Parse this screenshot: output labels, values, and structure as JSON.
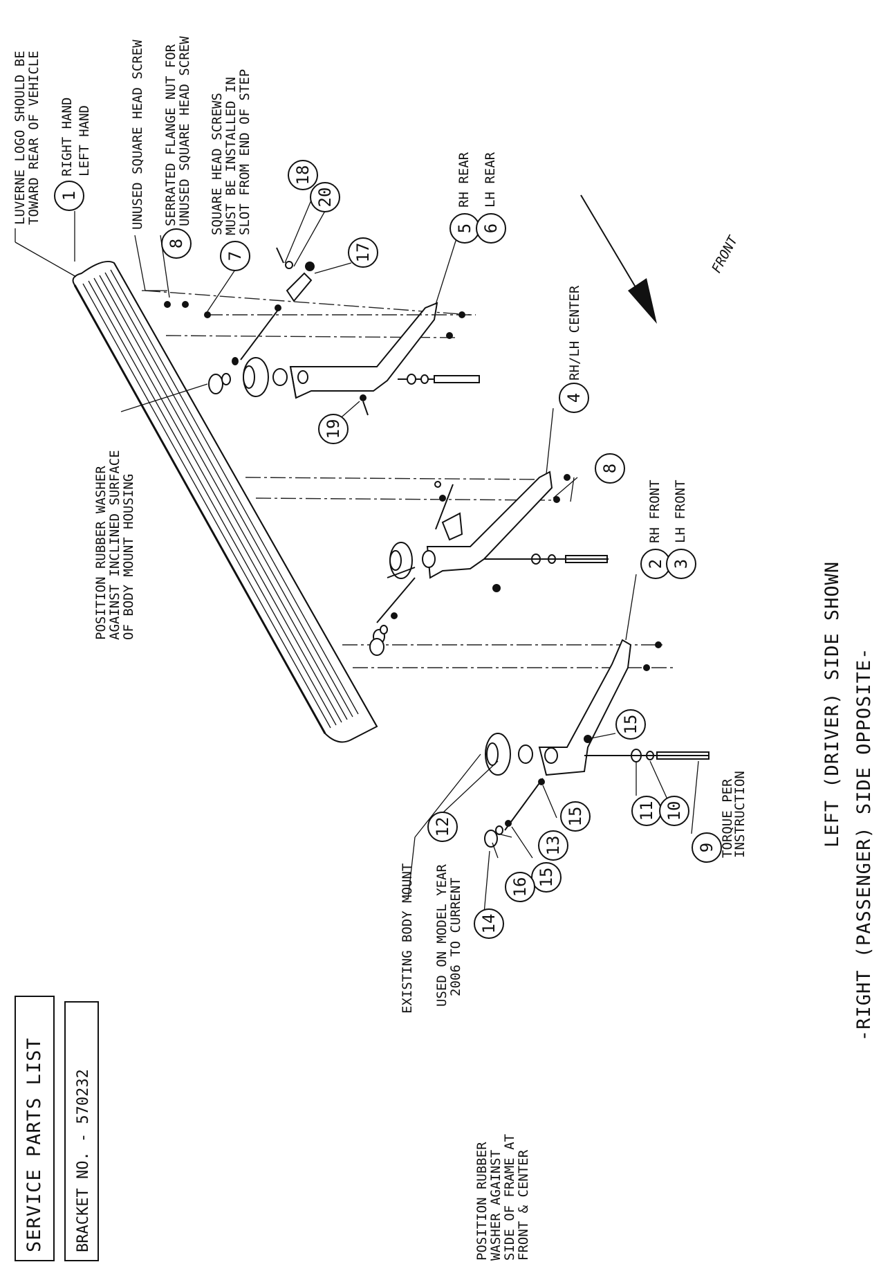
{
  "header": {
    "title": "SERVICE PARTS LIST",
    "bracket_no": "BRACKET NO. - 570232"
  },
  "view_note": {
    "line1": "LEFT (DRIVER) SIDE SHOWN",
    "line2": "-RIGHT (PASSENGER) SIDE OPPOSITE-"
  },
  "direction_label": "FRONT",
  "notes": {
    "logo": [
      "LUVERNE LOGO SHOULD BE",
      "TOWARD REAR OF VEHICLE"
    ],
    "unused_screw": "UNUSED SQUARE HEAD SCREW",
    "flange_nut": [
      "SERRATED FLANGE NUT FOR",
      "UNUSED SQUARE HEAD SCREW"
    ],
    "square_screws": [
      "SQUARE HEAD SCREWS",
      "MUST BE INSTALLED IN",
      "SLOT FROM END OF STEP"
    ],
    "rubber_washer_top": [
      "POSITION RUBBER WASHER",
      "AGAINST INCLINED SURFACE",
      "OF BODY MOUNT HOUSING"
    ],
    "body_mount": "EXISTING BODY MOUNT",
    "model_year": [
      "USED ON MODEL YEAR",
      "2006 TO CURRENT"
    ],
    "rubber_washer_bottom": [
      "POSITION RUBBER",
      "WASHER AGAINST",
      "SIDE OF FRAME AT",
      "FRONT & CENTER"
    ],
    "torque": [
      "TORQUE PER",
      "INSTRUCTION"
    ]
  },
  "callouts": {
    "c1": "1",
    "c2": "2",
    "c3": "3",
    "c4": "4",
    "c5": "5",
    "c6": "6",
    "c7": "7",
    "c8a": "8",
    "c8b": "8",
    "c9": "9",
    "c10": "10",
    "c11": "11",
    "c12": "12",
    "c13": "13",
    "c14": "14",
    "c15a": "15",
    "c15b": "15",
    "c15c": "15",
    "c16": "16",
    "c17": "17",
    "c18": "18",
    "c19": "19",
    "c20": "20"
  },
  "part_labels": {
    "p1": [
      "RIGHT HAND",
      "LEFT HAND"
    ],
    "p23": [
      "RH FRONT",
      "LH FRONT"
    ],
    "p4": "RH/LH CENTER",
    "p56": [
      "RH REAR",
      "LH REAR"
    ]
  }
}
